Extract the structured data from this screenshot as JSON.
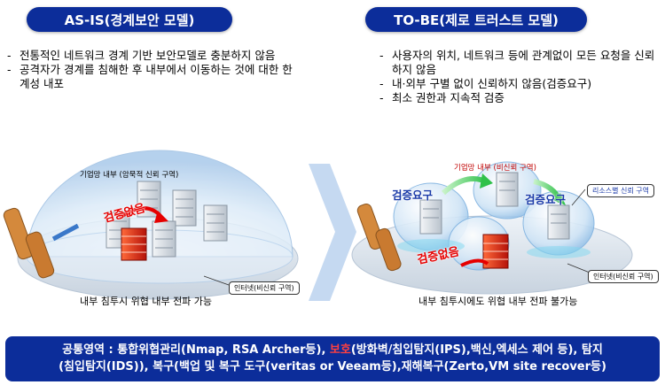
{
  "as_is": {
    "title": "AS-IS(경계보안 모델)",
    "bullets": [
      {
        "dash": "-",
        "text": "전통적인 네트워크 경계 기반 보안모델로 충분하지 않음"
      },
      {
        "dash": "-",
        "text": "공격자가 경계를 침해한 후 내부에서 이동하는 것에 대한 한계성 내포"
      }
    ],
    "inner_zone": "기업망 내부 (암묵적 신뢰 구역)",
    "no_verify": "검증없음",
    "internet": "인터넷(비신뢰 구역)",
    "caption": "내부 침투시 위협 내부 전파 가능"
  },
  "to_be": {
    "title": "TO-BE(제로 트러스트 모델)",
    "bullets": [
      {
        "dash": "-",
        "text": "사용자의 위치, 네트워크 등에 관계없이 모든 요청을 신뢰하지 않음"
      },
      {
        "dash": "-",
        "text": "내·외부 구별 없이 신뢰하지 않음(검증요구)"
      },
      {
        "dash": "-",
        "text": "최소 권한과 지속적 검증"
      }
    ],
    "inner_zone": "기업망 내부 (비신뢰 구역)",
    "verify_left": "검증요구",
    "verify_right": "검증요구",
    "resource_zone": "리소스별 신뢰 구역",
    "no_verify": "검증없음",
    "internet": "인터넷(비신뢰 구역)",
    "caption": "내부 침투시에도 위협 내부 전파 불가능"
  },
  "footer": {
    "line1_a": "공통영역 : 통합위협관리(Nmap, RSA Archer등), ",
    "line1_hl": "보호",
    "line1_b": "(방화벽/침입탐지(IPS),백신,엑세스 제어 등), 탐지",
    "line2": "(침입탐지(IDS)), 복구(백업 및 복구 도구(veritas or Veeam등),재해복구(Zerto,VM site recover등)"
  },
  "colors": {
    "header_bg": "#0c2d9a",
    "dome": "#cfe3f5",
    "danger": "#e60000",
    "verify": "#1a3aa8",
    "chevron": "#c5d9f1"
  },
  "icons": [
    "chevron-right-icon",
    "attacker-icon",
    "server-rack-icon",
    "firewall-icon",
    "arrow-icon"
  ]
}
